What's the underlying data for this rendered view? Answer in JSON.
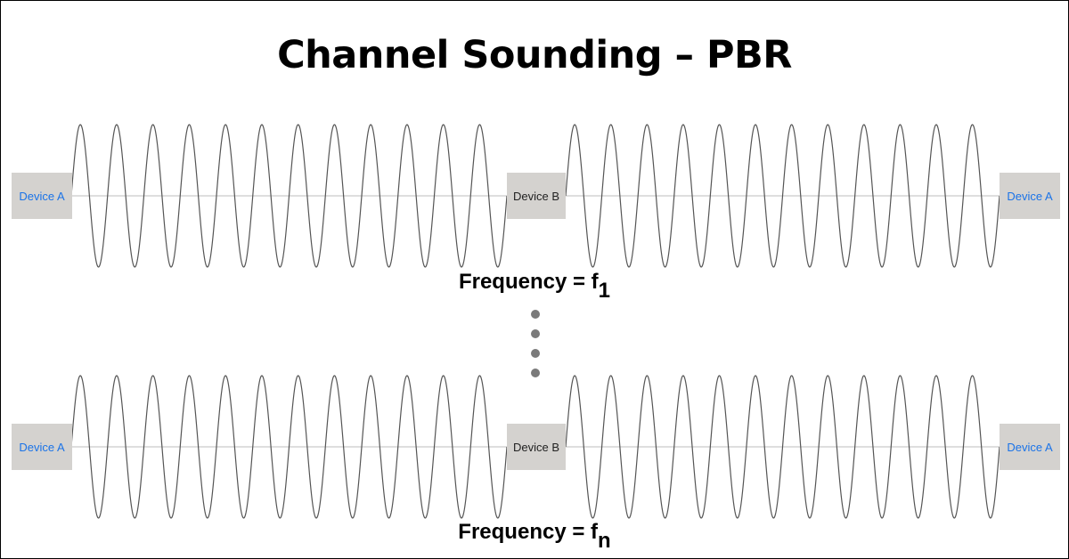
{
  "title": "Channel Sounding – PBR",
  "colors": {
    "device_box": "#d4d2cf",
    "device_a_text": "#1a73e8",
    "device_b_text": "#222222",
    "wave": "#555555",
    "link_line": "#bdbdbd",
    "dots": "#7a7a7a"
  },
  "rows": [
    {
      "devices": {
        "left": "Device A",
        "middle": "Device B",
        "right": "Device A"
      },
      "frequency_prefix": "Frequency = f",
      "frequency_subscript": "1"
    },
    {
      "devices": {
        "left": "Device A",
        "middle": "Device B",
        "right": "Device A"
      },
      "frequency_prefix": "Frequency = f",
      "frequency_subscript": "n"
    }
  ],
  "ellipsis_dots": 4
}
